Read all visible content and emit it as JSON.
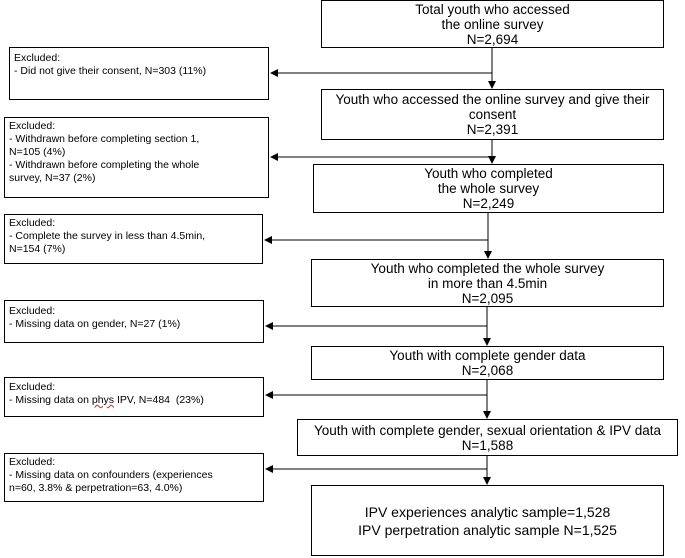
{
  "main_boxes": [
    {
      "lines": [
        "Total youth who accessed",
        "the online survey",
        "N=2,694"
      ]
    },
    {
      "lines": [
        "Youth who accessed the online survey and give their",
        "consent",
        "N=2,391"
      ]
    },
    {
      "lines": [
        "Youth who completed",
        "the whole survey",
        "N=2,249"
      ]
    },
    {
      "lines": [
        "Youth who completed the whole survey",
        "in more than 4.5min",
        "N=2,095"
      ]
    },
    {
      "lines": [
        "Youth with complete gender data",
        "N=2,068"
      ]
    },
    {
      "lines": [
        "Youth with complete gender, sexual orientation & IPV data",
        "N=1,588"
      ]
    },
    {
      "lines": [
        "IPV experiences analytic sample=1,528",
        "IPV perpetration analytic sample N=1,525"
      ]
    }
  ],
  "exclusion_boxes": [
    {
      "lines": [
        "Excluded:",
        "- Did not give their consent, N=303 (11%)"
      ]
    },
    {
      "lines": [
        "Excluded:",
        "- Withdrawn before completing section 1,",
        "N=105 (4%)",
        "- Withdrawn before completing the whole",
        "survey, N=37 (2%)"
      ]
    },
    {
      "lines": [
        "Excluded:",
        "- Complete the survey in less than 4.5min,",
        "N=154 (7%)"
      ]
    },
    {
      "lines": [
        "Excluded:",
        "- Missing data on gender, N=27 (1%)"
      ]
    },
    {
      "lines": [
        "Excluded:",
        "- Missing data on ",
        "phys",
        " IPV, N=484  (23%)"
      ]
    },
    {
      "lines": [
        "Excluded:",
        "- Missing data on confounders (experiences",
        "n=60, 3.8% & perpetration=63, 4.0%)"
      ]
    }
  ]
}
